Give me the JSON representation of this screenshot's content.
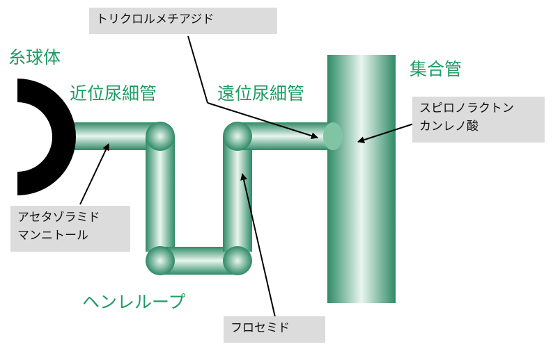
{
  "labels": {
    "glomerulus": "糸球体",
    "proximal_tubule": "近位尿細管",
    "distal_tubule": "遠位尿細管",
    "collecting_duct": "集合管",
    "loop_of_henle": "ヘンレループ"
  },
  "drugs": {
    "thiazide": "トリクロルメチアジド",
    "proximal_line1": "アセタゾラミド",
    "proximal_line2": "マンニトール",
    "collecting_line1": "スピロノラクトン",
    "collecting_line2": "カンレノ酸",
    "loop": "フロセミド"
  },
  "colors": {
    "segment_label": "#1f9b63",
    "tube_edge": "#2e8a66",
    "tube_center": "#e9f6ef",
    "glomerulus": "#000000",
    "drug_box": "#dcdcdc"
  }
}
